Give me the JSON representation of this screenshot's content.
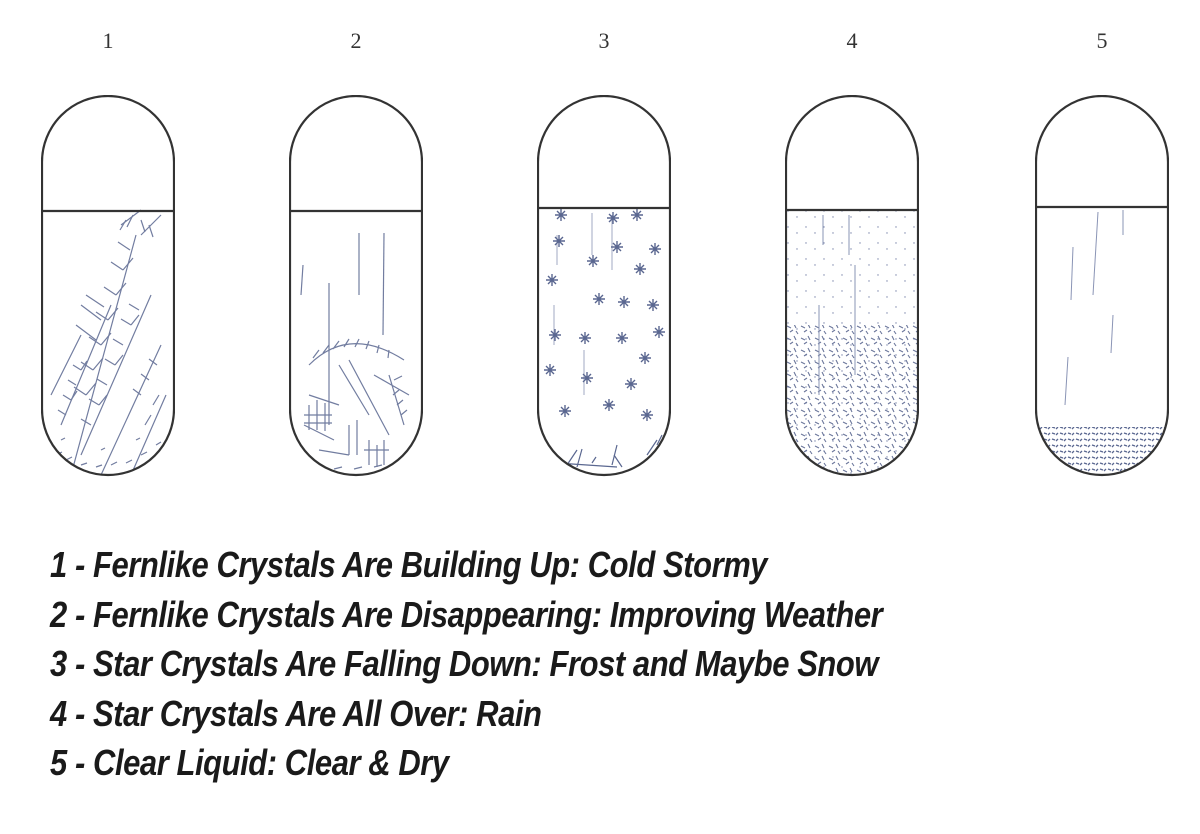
{
  "tubes": [
    {
      "number": "1",
      "state": "fernlike-crystals-building-up"
    },
    {
      "number": "2",
      "state": "fernlike-crystals-disappearing"
    },
    {
      "number": "3",
      "state": "star-crystals-falling-down"
    },
    {
      "number": "4",
      "state": "star-crystals-all-over"
    },
    {
      "number": "5",
      "state": "clear-liquid"
    }
  ],
  "legend": [
    "1 - Fernlike Crystals Are Building Up: Cold Stormy",
    "2 - Fernlike Crystals Are Disappearing: Improving Weather",
    "3 - Star Crystals Are Falling Down: Frost and Maybe Snow",
    "4 - Star Crystals Are All Over: Rain",
    "5 - Clear Liquid: Clear & Dry"
  ],
  "colors": {
    "outline": "#333333",
    "crystal": "#5a6790"
  }
}
